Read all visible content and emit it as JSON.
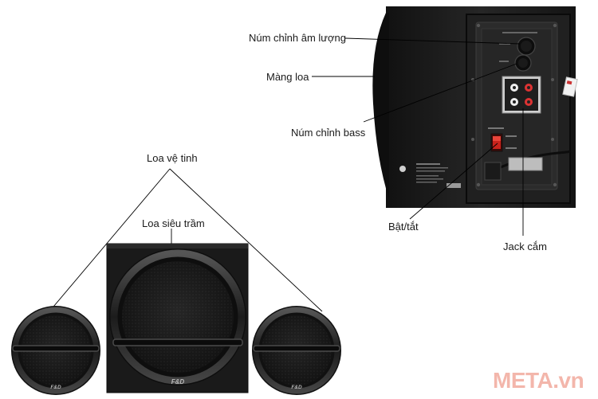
{
  "labels": {
    "volume_knob": "Núm chỉnh âm lượng",
    "speaker_grille": "Màng loa",
    "bass_knob": "Núm chỉnh bass",
    "power_switch": "Bật/tắt",
    "jack": "Jack cắm",
    "satellite": "Loa vệ tinh",
    "subwoofer": "Loa siêu trầm"
  },
  "watermark": "META.vn",
  "brand_mark": "F&D",
  "colors": {
    "cabinet": "#1b1b1b",
    "panel": "#2a2a2a",
    "grille": "#141414",
    "power_switch": "#c8231c",
    "watermark": "#f3b6ab"
  }
}
